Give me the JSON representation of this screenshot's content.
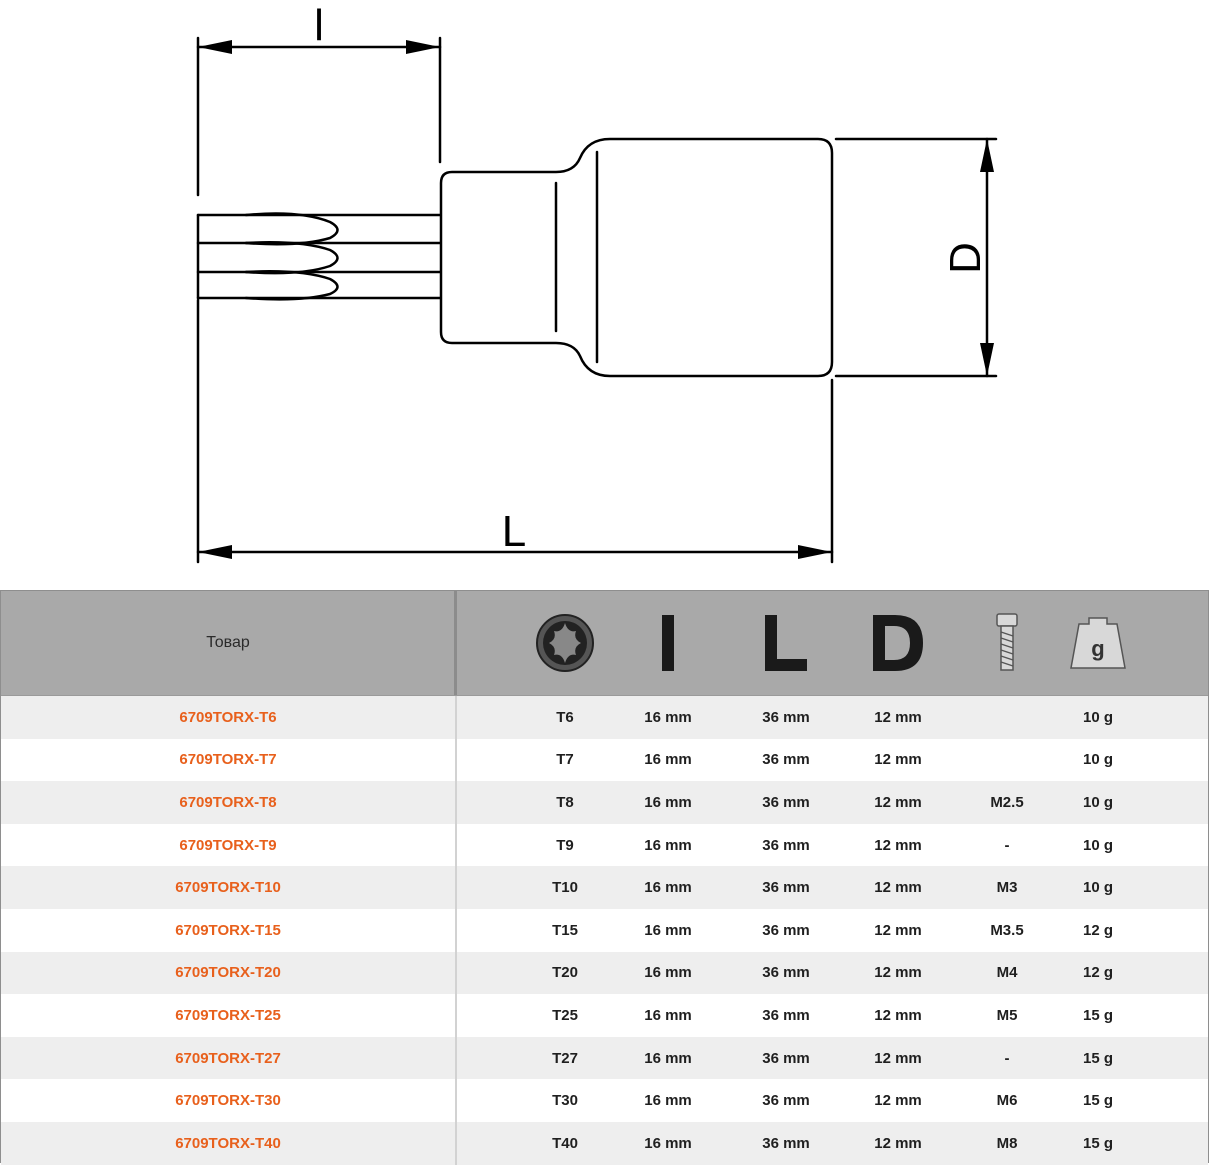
{
  "diagram": {
    "dim_short_label": "l",
    "dim_long_label": "L",
    "dim_diameter_label": "D"
  },
  "table": {
    "header_product": "Товар",
    "header_icons": [
      "torx-drive-icon",
      "short-length-l-icon",
      "overall-length-L-icon",
      "diameter-D-icon",
      "screw-size-icon",
      "weight-icon"
    ],
    "header_weight_symbol": "g",
    "accent_color": "#e8601c",
    "header_bg": "#a9a9a9",
    "rows": [
      {
        "product": "6709TORX-T6",
        "torx": "T6",
        "l": "16 mm",
        "L": "36 mm",
        "D": "12 mm",
        "screw": "",
        "weight": "10 g"
      },
      {
        "product": "6709TORX-T7",
        "torx": "T7",
        "l": "16 mm",
        "L": "36 mm",
        "D": "12 mm",
        "screw": "",
        "weight": "10 g"
      },
      {
        "product": "6709TORX-T8",
        "torx": "T8",
        "l": "16 mm",
        "L": "36 mm",
        "D": "12 mm",
        "screw": "M2.5",
        "weight": "10 g"
      },
      {
        "product": "6709TORX-T9",
        "torx": "T9",
        "l": "16 mm",
        "L": "36 mm",
        "D": "12 mm",
        "screw": "-",
        "weight": "10 g"
      },
      {
        "product": "6709TORX-T10",
        "torx": "T10",
        "l": "16 mm",
        "L": "36 mm",
        "D": "12 mm",
        "screw": "M3",
        "weight": "10 g"
      },
      {
        "product": "6709TORX-T15",
        "torx": "T15",
        "l": "16 mm",
        "L": "36 mm",
        "D": "12 mm",
        "screw": "M3.5",
        "weight": "12 g"
      },
      {
        "product": "6709TORX-T20",
        "torx": "T20",
        "l": "16 mm",
        "L": "36 mm",
        "D": "12 mm",
        "screw": "M4",
        "weight": "12 g"
      },
      {
        "product": "6709TORX-T25",
        "torx": "T25",
        "l": "16 mm",
        "L": "36 mm",
        "D": "12 mm",
        "screw": "M5",
        "weight": "15 g"
      },
      {
        "product": "6709TORX-T27",
        "torx": "T27",
        "l": "16 mm",
        "L": "36 mm",
        "D": "12 mm",
        "screw": "-",
        "weight": "15 g"
      },
      {
        "product": "6709TORX-T30",
        "torx": "T30",
        "l": "16 mm",
        "L": "36 mm",
        "D": "12 mm",
        "screw": "M6",
        "weight": "15 g"
      },
      {
        "product": "6709TORX-T40",
        "torx": "T40",
        "l": "16 mm",
        "L": "36 mm",
        "D": "12 mm",
        "screw": "M8",
        "weight": "15 g"
      }
    ]
  }
}
